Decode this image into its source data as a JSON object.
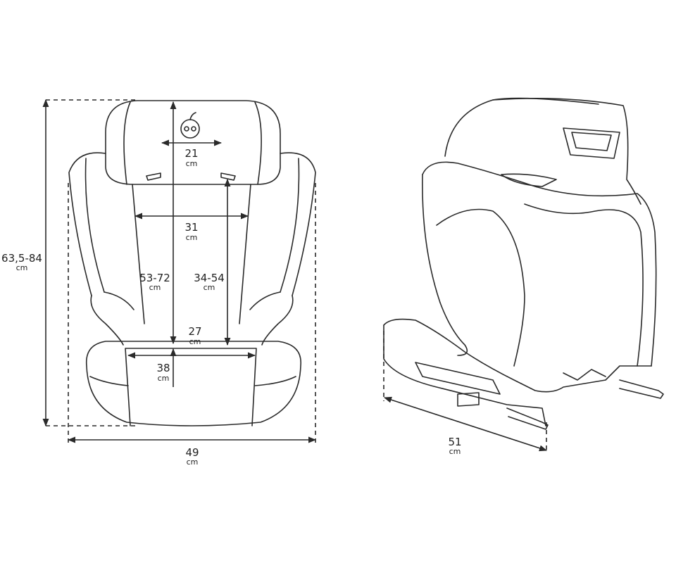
{
  "front_view": {
    "headrest_width": {
      "value": "21",
      "unit": "cm"
    },
    "shoulder_width": {
      "value": "31",
      "unit": "cm"
    },
    "seat_to_headrest": {
      "value": "53-72",
      "unit": "cm"
    },
    "backrest_height": {
      "value": "34-54",
      "unit": "cm"
    },
    "seat_width": {
      "value": "27",
      "unit": "cm"
    },
    "seat_depth": {
      "value": "38",
      "unit": "cm"
    },
    "total_height": {
      "value": "63,5-84",
      "unit": "cm"
    },
    "total_width": {
      "value": "49",
      "unit": "cm"
    }
  },
  "side_view": {
    "total_depth": {
      "value": "51",
      "unit": "cm"
    }
  }
}
